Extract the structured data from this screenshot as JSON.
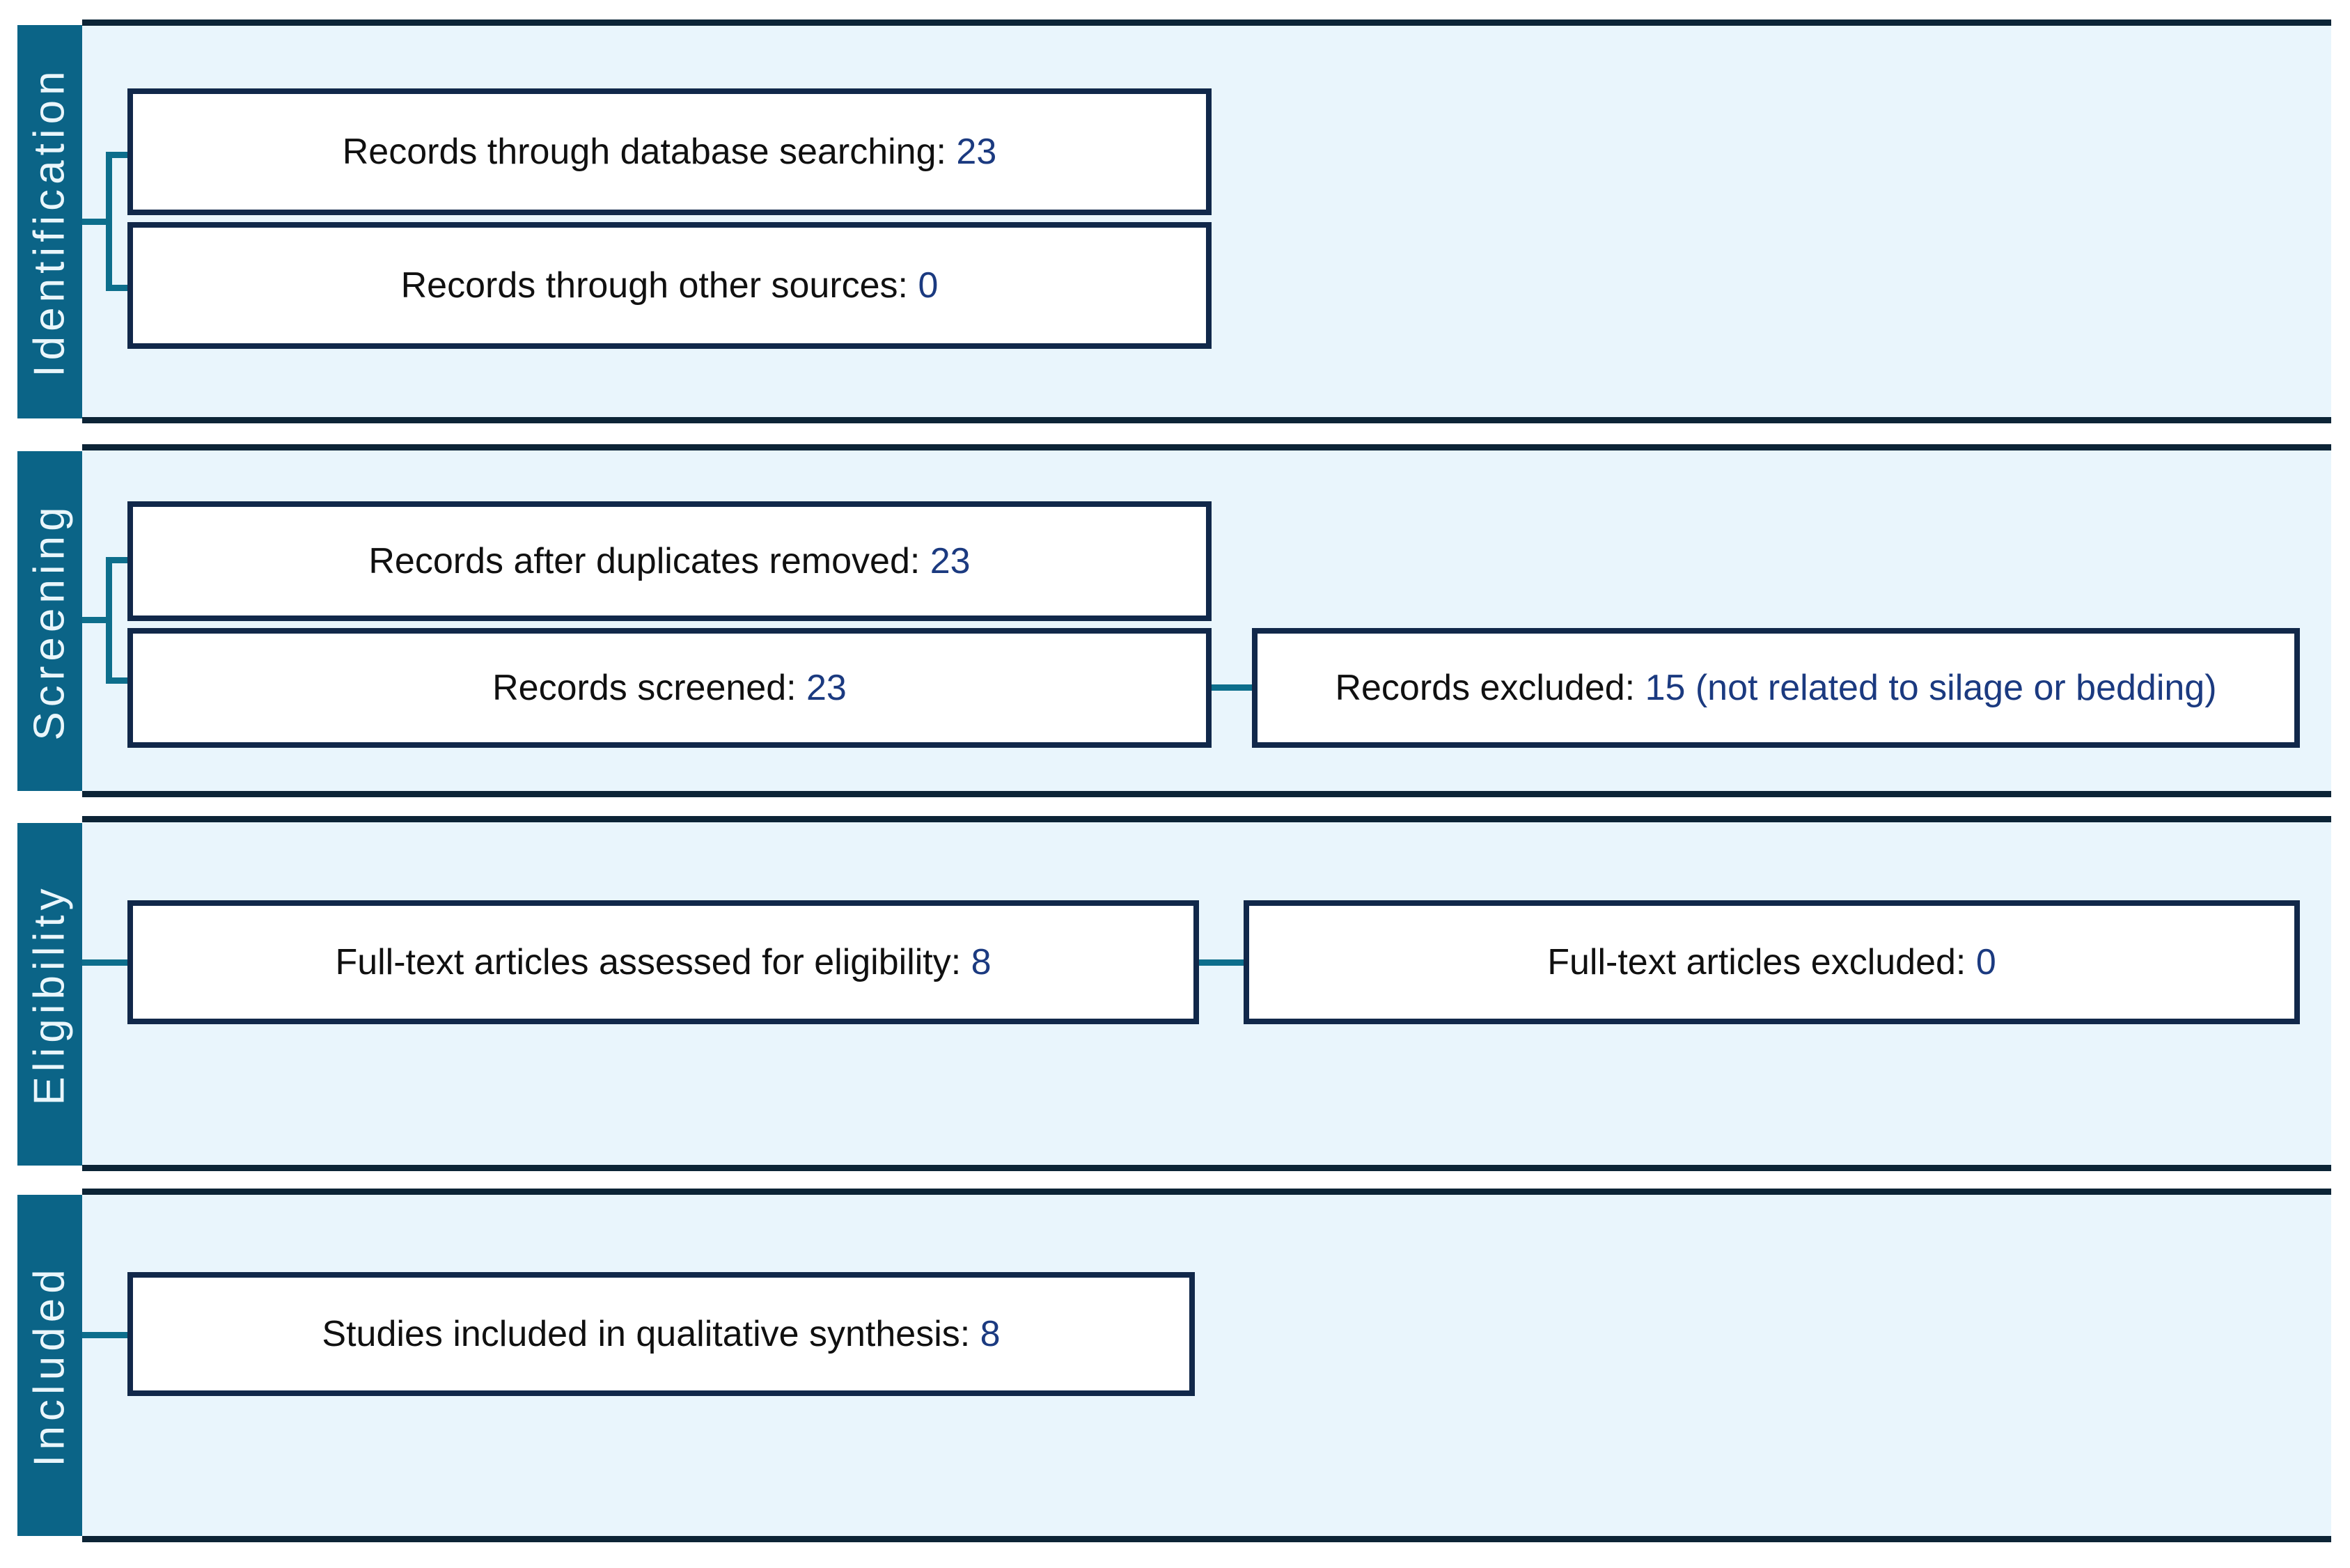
{
  "diagram": {
    "type": "prisma-flow-diagram",
    "title": "PRISMA flow diagram",
    "colors": {
      "stage_background": "#e9f5fc",
      "stage_border": "#0c2436",
      "tab_fill": "#0b6487",
      "tab_text": "#eaf6fb",
      "box_border": "#11284a",
      "box_fill": "#ffffff",
      "body_text": "#101010",
      "number_text": "#1b3a80",
      "connector": "#0d6e8c"
    }
  },
  "stages": [
    {
      "id": "identification",
      "label": "Identification",
      "boxes": [
        {
          "id": "records-database-searching",
          "text": "Records through database searching: ",
          "value": "23"
        },
        {
          "id": "records-other-sources",
          "text": "Records through other sources: ",
          "value": "0"
        }
      ]
    },
    {
      "id": "screening",
      "label": "Screening",
      "boxes": [
        {
          "id": "records-after-duplicates-removed",
          "text": "Records after duplicates removed: ",
          "value": "23"
        },
        {
          "id": "records-screened",
          "text": "Records screened: ",
          "value": "23"
        },
        {
          "id": "records-excluded",
          "text": "Records excluded: ",
          "value": "15 (not related to silage or bedding)"
        }
      ]
    },
    {
      "id": "eligibility",
      "label": "Eligibility",
      "boxes": [
        {
          "id": "full-text-assessed",
          "text": "Full-text articles assessed for eligibility: ",
          "value": "8"
        },
        {
          "id": "full-text-excluded",
          "text": "Full-text articles excluded: ",
          "value": "0"
        }
      ]
    },
    {
      "id": "included",
      "label": "Included",
      "boxes": [
        {
          "id": "studies-included-qualitative",
          "text": "Studies included in qualitative synthesis: ",
          "value": "8"
        }
      ]
    }
  ]
}
